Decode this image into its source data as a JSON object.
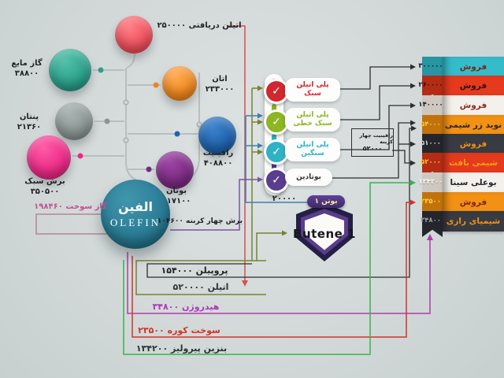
{
  "olefin": {
    "label_fa": "الفین",
    "label_en": "OLEFIN"
  },
  "inputs": [
    {
      "name": "اتیلن دریافتی",
      "value": "۲۵۰۰۰۰",
      "color": "#ee4f5c"
    },
    {
      "name": "گاز مایع",
      "value": "۳۸۸۰۰",
      "color": "#2aa08a"
    },
    {
      "name": "اتان",
      "value": "۲۳۳۰۰۰",
      "color": "#f0871e"
    },
    {
      "name": "پنتان",
      "value": "۲۱۳۶۰",
      "color": "#8a9694"
    },
    {
      "name": "رافینیت",
      "value": "۴۰۸۸۰۰",
      "color": "#1f63ad"
    },
    {
      "name": "برش سبک",
      "value": "۳۵۰۵۰۰",
      "color": "#ea2a86"
    },
    {
      "name": "بوتان",
      "value": "۱۱۷۱۰۰",
      "color": "#7b2a82"
    }
  ],
  "outputs": [
    {
      "name": "گاز سوخت",
      "value": "۱۹۸۴۶۰",
      "color": "#c0518f"
    },
    {
      "name": "برش چهار کربنه",
      "value": "۱۰۴۶۰۰",
      "color": "#1e2326"
    },
    {
      "name": "پروپیلن",
      "value": "۱۵۴۰۰۰",
      "color": "#15181a"
    },
    {
      "name": "اتیلن",
      "value": "۵۲۰۰۰۰",
      "color": "#2e3338"
    },
    {
      "name": "هیدروژن",
      "value": "۳۴۸۰۰",
      "color": "#a93ab8"
    },
    {
      "name": "سوخت کوره",
      "value": "۲۳۵۰۰",
      "color": "#d13427"
    },
    {
      "name": "بنزین پیرولیز",
      "value": "۱۳۴۲۰۰",
      "color": "#273338"
    }
  ],
  "pe_units": [
    {
      "line1": "پلی اتیلن",
      "line2": "سبک",
      "color": "#d0282e"
    },
    {
      "line1": "پلی اتیلن",
      "line2": "سبک خطی",
      "color": "#8cb622"
    },
    {
      "line1": "پلی اتیلن",
      "line2": "سنگین",
      "color": "#2fb3c4"
    },
    {
      "line1": "بوتادین",
      "line2": "",
      "color": "#5a3d8c"
    }
  ],
  "butene": {
    "label_fa": "بوتن ۱",
    "label_en": "Butene 1",
    "value": "۲۰۰۰۰"
  },
  "c4_box": {
    "line1": "رافینیت چهار کربنه",
    "value": "۵۲۰۰۰"
  },
  "destinations": [
    {
      "label": "فروش",
      "value": "۳۰۰۰۰۰",
      "bg": "#35bccb",
      "tail": "#2795a3",
      "text": "#7c2517",
      "num": "#15181a"
    },
    {
      "label": "فروش",
      "value": "۲۶۰۰۰۰",
      "bg": "#e63a1e",
      "tail": "#b42c14",
      "text": "#35100a",
      "num": "#15181a"
    },
    {
      "label": "فروش",
      "value": "۱۴۰۰۰۰",
      "bg": "#f4f1ec",
      "tail": "#cfc8c0",
      "text": "#8c2d1e",
      "num": "#15181a"
    },
    {
      "label": "نوید زر شیمی",
      "value": "۵۴۰۰۰",
      "bg": "#f29113",
      "tail": "#c2720b",
      "text": "#262630",
      "num": "#ffc93c"
    },
    {
      "label": "فروش",
      "value": "۵۱۰۰۰",
      "bg": "#383b42",
      "tail": "#24262c",
      "text": "#f29113",
      "num": "#d8d8d8"
    },
    {
      "label": "شیمی بافت",
      "value": "۵۲۰۰۰",
      "bg": "#e63a1e",
      "tail": "#b42c14",
      "text": "#f2a413",
      "num": "#ffc93c"
    },
    {
      "label": "بوعلی سینا",
      "value": "۱۳۴۲۰۰",
      "bg": "#f4f1ec",
      "tail": "#cfc8c0",
      "text": "#23252a",
      "num": "#fafafa"
    },
    {
      "label": "فروش",
      "value": "۲۳۵۰۰",
      "bg": "#f29113",
      "tail": "#c2720b",
      "text": "#7c2517",
      "num": "#ffd54a"
    },
    {
      "label": "شیمیای رازی",
      "value": "۳۴۸۰۰",
      "bg": "#383b42",
      "tail": "#24262c",
      "text": "#f29113",
      "num": "#9aa0a8"
    }
  ]
}
